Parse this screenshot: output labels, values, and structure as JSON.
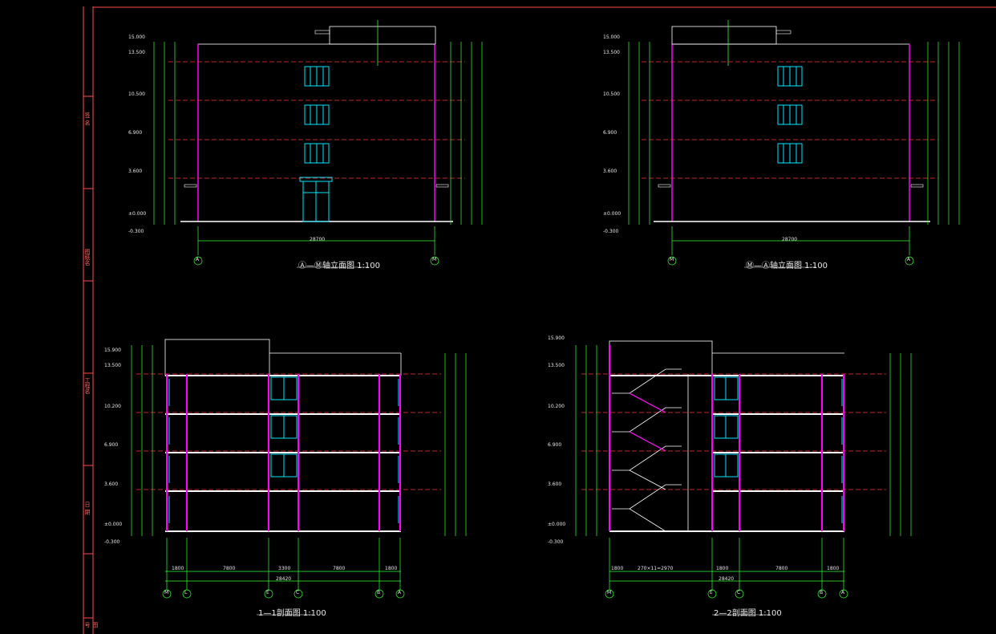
{
  "drawing": {
    "titles": [
      "Ⓐ—Ⓜ轴立面图 1:100",
      "Ⓜ—Ⓐ轴立面图 1:100",
      "1—1剖面图 1:100",
      "2—2剖面图 1:100"
    ],
    "side_labels": [
      "签 名",
      "图纸名",
      "工程名",
      "日 期",
      "图 号"
    ],
    "elevation_levels": [
      "15.000",
      "13.500",
      "10.500",
      "6.900",
      "3.600",
      "±0.000",
      "-0.300"
    ],
    "section_levels": [
      "15.900",
      "13.500",
      "10.200",
      "6.900",
      "3.600",
      "±0.000",
      "-0.300"
    ],
    "total_width_elev": "28700",
    "total_width_sec": "28420",
    "axes_elev_a": [
      "A",
      "M"
    ],
    "axes_elev_b": [
      "M",
      "A"
    ],
    "axes_sec1": [
      "M",
      "L",
      "E",
      "C",
      "B",
      "A"
    ],
    "axes_sec2": [
      "M",
      "E",
      "C",
      "B",
      "A"
    ],
    "bay_dims_sec1": [
      "1800",
      "7800",
      "3300",
      "7800",
      "1800"
    ],
    "bay_dims_sec2": [
      "1800",
      "270×11=2970",
      "1800",
      "7800",
      "1800"
    ]
  },
  "colors": {
    "background": "#000000",
    "frame": "#ff4d4d",
    "wall": "#ff00ff",
    "window": "#00e5ff",
    "dimension": "#33ff33",
    "floor_line": "#ff3333",
    "text": "#ffffff"
  }
}
